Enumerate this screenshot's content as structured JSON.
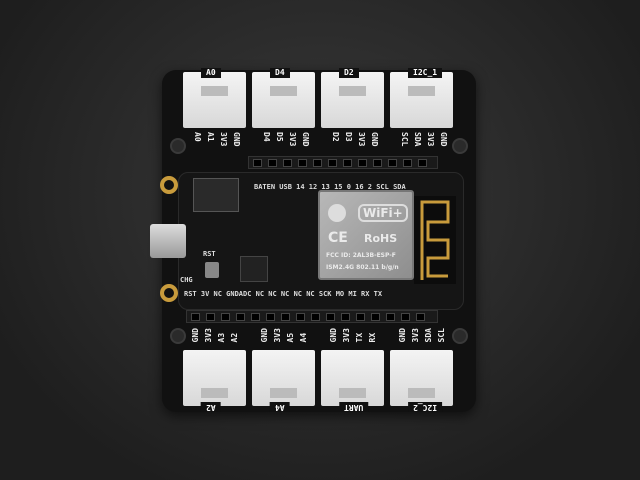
{
  "top_connectors": [
    {
      "label": "A0",
      "pins": [
        "A0",
        "A1",
        "3V3",
        "GND"
      ]
    },
    {
      "label": "D4",
      "pins": [
        "D4",
        "D5",
        "3V3",
        "GND"
      ]
    },
    {
      "label": "D2",
      "pins": [
        "D2",
        "D3",
        "3V3",
        "GND"
      ]
    },
    {
      "label": "I2C_1",
      "pins": [
        "SCL",
        "SDA",
        "3V3",
        "GND"
      ]
    }
  ],
  "bottom_connectors": [
    {
      "label": "A2",
      "pins": [
        "GND",
        "3V3",
        "A3",
        "A2"
      ]
    },
    {
      "label": "A4",
      "pins": [
        "GND",
        "3V3",
        "A5",
        "A4"
      ]
    },
    {
      "label": "UART",
      "pins": [
        "GND",
        "3V3",
        "TX",
        "RX"
      ]
    },
    {
      "label": "I2C_2",
      "pins": [
        "GND",
        "3V3",
        "SDA",
        "SCL"
      ]
    }
  ],
  "feather": {
    "top_pins": "BATEN USB  14 12 13 15 0 16 2 SCL SDA",
    "bottom_pins": "RST 3V NC GNDADC NC NC NC NC NC SCK MO MI RX TX",
    "rst": "RST",
    "chg": "CHG"
  },
  "module": {
    "brand": "WiFi+",
    "ce": "CE",
    "rohs": "RoHS",
    "fcc": "FCC ID: 2AL3B-ESP-F",
    "ism": "ISM2.4G  802.11 b/g/n"
  }
}
